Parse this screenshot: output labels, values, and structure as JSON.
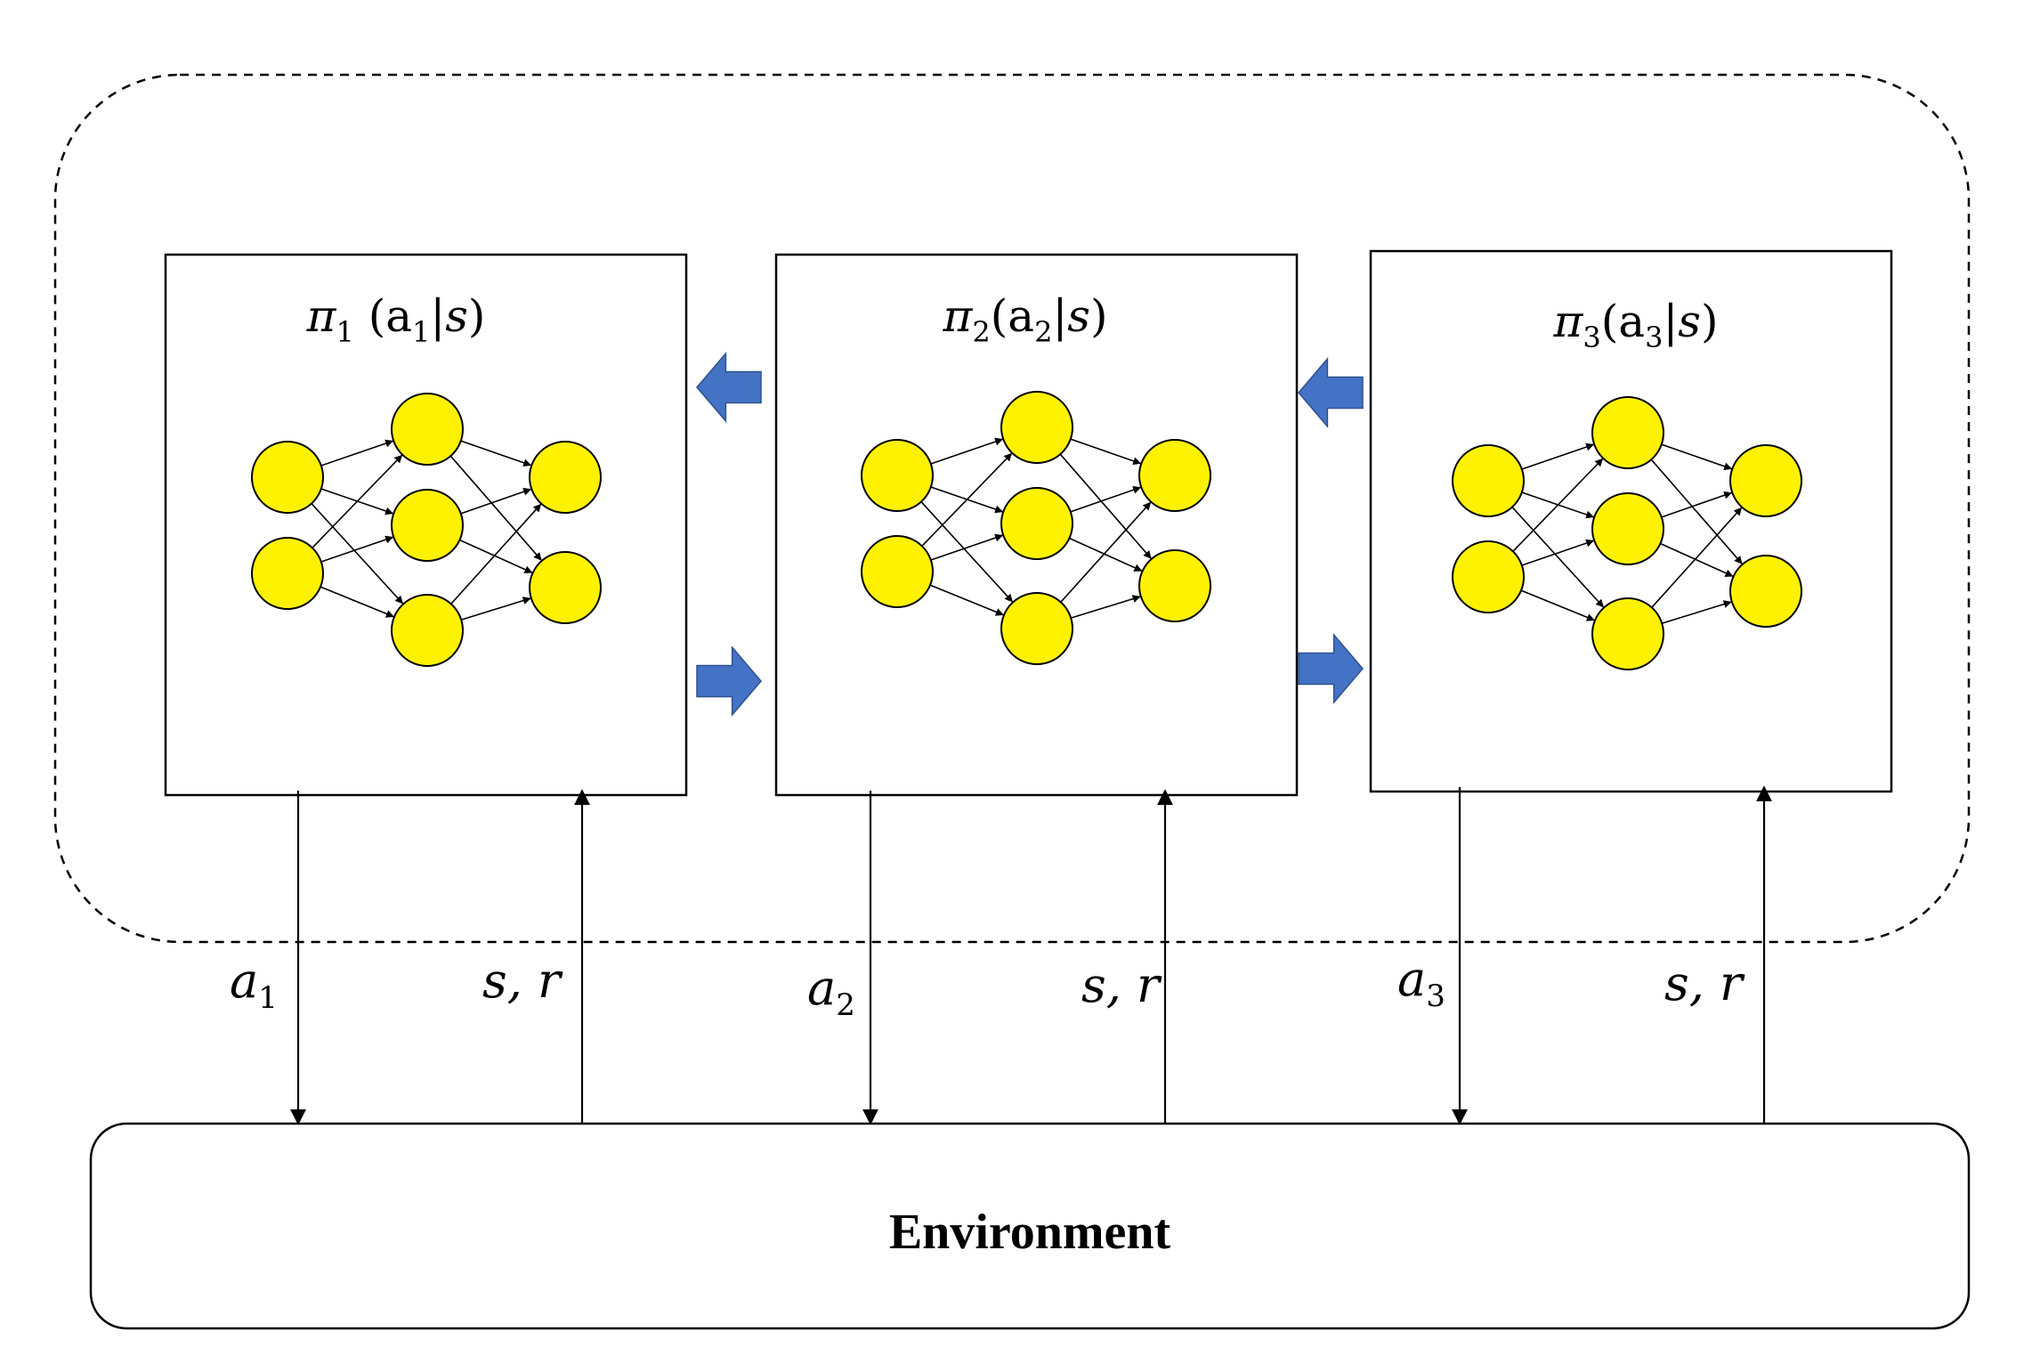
{
  "agents": [
    {
      "pi": "π",
      "pi_sub": "1",
      "action": "a",
      "action_sub": "1",
      "state": "s",
      "down_label": "a",
      "down_sub": "1",
      "up_label": "s, r"
    },
    {
      "pi": "π",
      "pi_sub": "2",
      "action": "a",
      "action_sub": "2",
      "state": "s",
      "down_label": "a",
      "down_sub": "2",
      "up_label": "s, r"
    },
    {
      "pi": "π",
      "pi_sub": "3",
      "action": "a",
      "action_sub": "3",
      "state": "s",
      "down_label": "a",
      "down_sub": "3",
      "up_label": "s, r"
    }
  ],
  "environment": {
    "label": "Environment"
  },
  "colors": {
    "neuron_fill": "#FFF200",
    "neuron_stroke": "#000000",
    "block_arrow": "#4472C4",
    "block_arrow_stroke": "#2F528F",
    "line": "#000000"
  },
  "icons": {
    "neuron": "circle",
    "transfer_arrow": "block-arrow"
  }
}
